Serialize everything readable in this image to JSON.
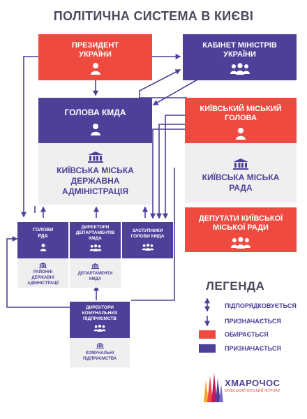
{
  "title": "ПОЛІТИЧНА СИСТЕМА В КИЄВІ",
  "colors": {
    "elected": "#ee4a3f",
    "appointed": "#4e3f99",
    "institution_bg": "#efefef",
    "line": "#4e3f99"
  },
  "nodes": {
    "president": {
      "line1": "ПРЕЗИДЕНТ",
      "line2": "УКРАЇНИ",
      "icon": "person-icon"
    },
    "cabinet": {
      "line1": "КАБІНЕТ МІНІСТРІВ",
      "line2": "УКРАЇНИ",
      "icon": "group-icon"
    },
    "kmda_head": {
      "line1": "ГОЛОВА КМДА",
      "icon": "person-icon"
    },
    "kmda": {
      "line1": "КИЇВСЬКА МІСЬКА",
      "line2": "ДЕРЖАВНА",
      "line3": "АДМІНІСТРАЦІЯ",
      "icon": "institution-icon"
    },
    "mayor": {
      "line1": "КИЇВСЬКИЙ МІСЬКИЙ",
      "line2": "ГОЛОВА",
      "icon": "person-icon"
    },
    "council": {
      "line1": "КИЇВСЬКА МІСЬКА",
      "line2": "РАДА",
      "icon": "institution-icon"
    },
    "deputies": {
      "line1": "ДЕПУТАТИ КИЇВСЬКОЇ",
      "line2": "МІСЬКОЇ РАДИ",
      "icon": "group-icon"
    },
    "rda_heads": {
      "line1": "ГОЛОВИ",
      "line2": "РДА",
      "icon": "person-icon"
    },
    "dept_directors": {
      "line1": "ДИРЕКТОРИ",
      "line2": "ДЕПАРТАМЕНТІВ",
      "line3": "КМДА",
      "icon": "group-icon"
    },
    "deputy_heads": {
      "line1": "ЗАСТУПНИКИ",
      "line2": "ГОЛОВИ КМДА",
      "icon": "group-icon"
    },
    "district_admins": {
      "line1": "РАЙОННІ",
      "line2": "ДЕРЖАВНІ",
      "line3": "АДМІНІСТРАЦІЇ",
      "icon": "institution-icon"
    },
    "departments": {
      "line1": "ДЕПАРТАМЕНТИ",
      "line2": "КМДА",
      "icon": "institution-icon"
    },
    "enterprise_directors": {
      "line1": "ДИРЕКТОРИ",
      "line2": "КОМУНАЛЬНИХ",
      "line3": "ПІДПРИЄМСТВ",
      "icon": "group-icon"
    },
    "enterprises": {
      "line1": "КОМУНАЛЬНІ",
      "line2": "ПІДПРИЄМСТВА",
      "icon": "institution-icon"
    }
  },
  "legend": {
    "title": "ЛЕГЕНДА",
    "items": [
      {
        "label": "ПІДПОРЯДКОВУЄТЬСЯ",
        "icon": "up-arrow-icon"
      },
      {
        "label": "ПРИЗНАЧАЄТЬСЯ",
        "icon": "down-arrow-icon"
      },
      {
        "label": "ОБИРАЄТЬСЯ",
        "swatch": "#ee4a3f"
      },
      {
        "label": "ПРИЗНАЧАЄТЬСЯ",
        "swatch": "#4e3f99"
      }
    ]
  },
  "brand": {
    "name": "ХМАРОЧОС",
    "tagline": "КИЇВСЬКИЙ МІСЬКИЙ ЖУРНАЛ",
    "icon": "skyscraper-logo"
  }
}
